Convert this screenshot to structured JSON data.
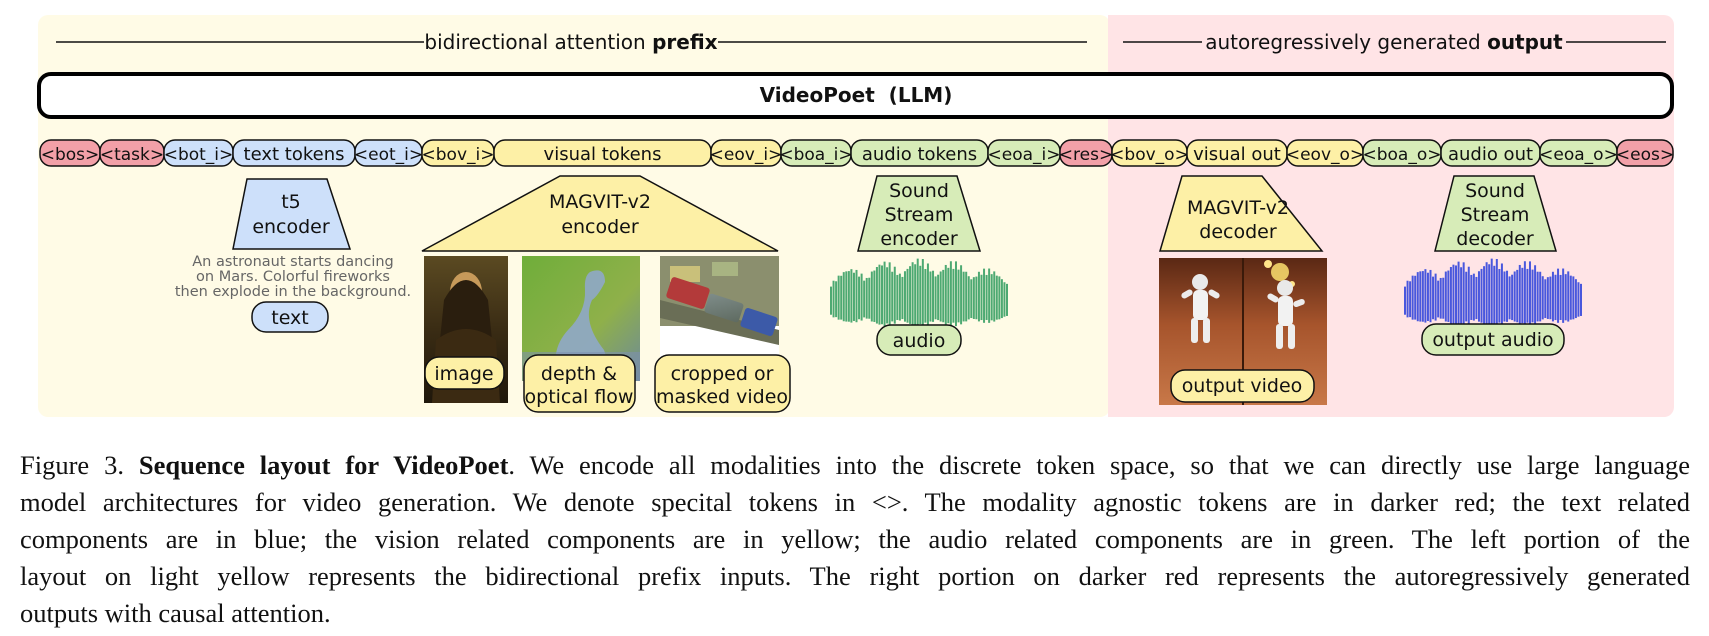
{
  "colors": {
    "prefix_bg": "#fffbe6",
    "output_bg": "#ffe4e6",
    "special_red": "#f2a0a8",
    "text_blue": "#cde0fa",
    "vision_yellow": "#fdf0a6",
    "audio_green": "#d7ecb8",
    "audio_wave_green": "#2e9b5e",
    "audio_wave_blue": "#2a3fdc"
  },
  "header": {
    "prefix_label_normal": "bidirectional attention",
    "prefix_label_bold": "prefix",
    "output_label_normal": "autoregressively generated",
    "output_label_bold": "output"
  },
  "llm_label": "VideoPoet  (LLM)",
  "tokens": [
    {
      "label": "<bos>",
      "kind": "special"
    },
    {
      "label": "<task>",
      "kind": "special"
    },
    {
      "label": "<bot_i>",
      "kind": "text"
    },
    {
      "label": "text tokens",
      "kind": "text"
    },
    {
      "label": "<eot_i>",
      "kind": "text"
    },
    {
      "label": "<bov_i>",
      "kind": "vision"
    },
    {
      "label": "visual tokens",
      "kind": "vision"
    },
    {
      "label": "<eov_i>",
      "kind": "vision"
    },
    {
      "label": "<boa_i>",
      "kind": "audio"
    },
    {
      "label": "audio tokens",
      "kind": "audio"
    },
    {
      "label": "<eoa_i>",
      "kind": "audio"
    },
    {
      "label": "<res>",
      "kind": "special"
    },
    {
      "label": "<bov_o>",
      "kind": "vision"
    },
    {
      "label": "visual out",
      "kind": "vision"
    },
    {
      "label": "<eov_o>",
      "kind": "vision"
    },
    {
      "label": "<boa_o>",
      "kind": "audio"
    },
    {
      "label": "audio out",
      "kind": "audio"
    },
    {
      "label": "<eoa_o>",
      "kind": "audio"
    },
    {
      "label": "<eos>",
      "kind": "special"
    }
  ],
  "encoders": {
    "t5": [
      "t5",
      "encoder"
    ],
    "magvit_enc": [
      "MAGVIT-v2",
      "encoder"
    ],
    "soundstream_enc": [
      "Sound",
      "Stream",
      "encoder"
    ],
    "magvit_dec": [
      "MAGVIT-v2",
      "decoder"
    ],
    "soundstream_dec": [
      "Sound",
      "Stream",
      "decoder"
    ]
  },
  "prompt_text": [
    "An astronaut starts dancing",
    "on Mars. Colorful fireworks",
    "then explode in the background."
  ],
  "inputs": {
    "text": "text",
    "image": "image",
    "depth": [
      "depth &",
      "optical flow"
    ],
    "cropped": [
      "cropped or",
      "masked video"
    ],
    "audio": "audio",
    "output_video": "output video",
    "output_audio": "output audio"
  },
  "caption": {
    "figure_label": "Figure 3.",
    "title": "Sequence layout for VideoPoet",
    "line1_rest": ". We encode all modalities into the discrete token space, so that we can directly use large language",
    "line2": "model architectures for video generation. We denote specital tokens in <>. The modality agnostic tokens are in darker red; the text related",
    "line3": "components are in blue; the vision related components are in yellow; the audio related components are in green.  The left portion of the",
    "line4": "layout on light yellow represents the bidirectional prefix inputs. The right portion on darker red represents the autoregressively generated",
    "line5": "outputs with causal attention."
  }
}
